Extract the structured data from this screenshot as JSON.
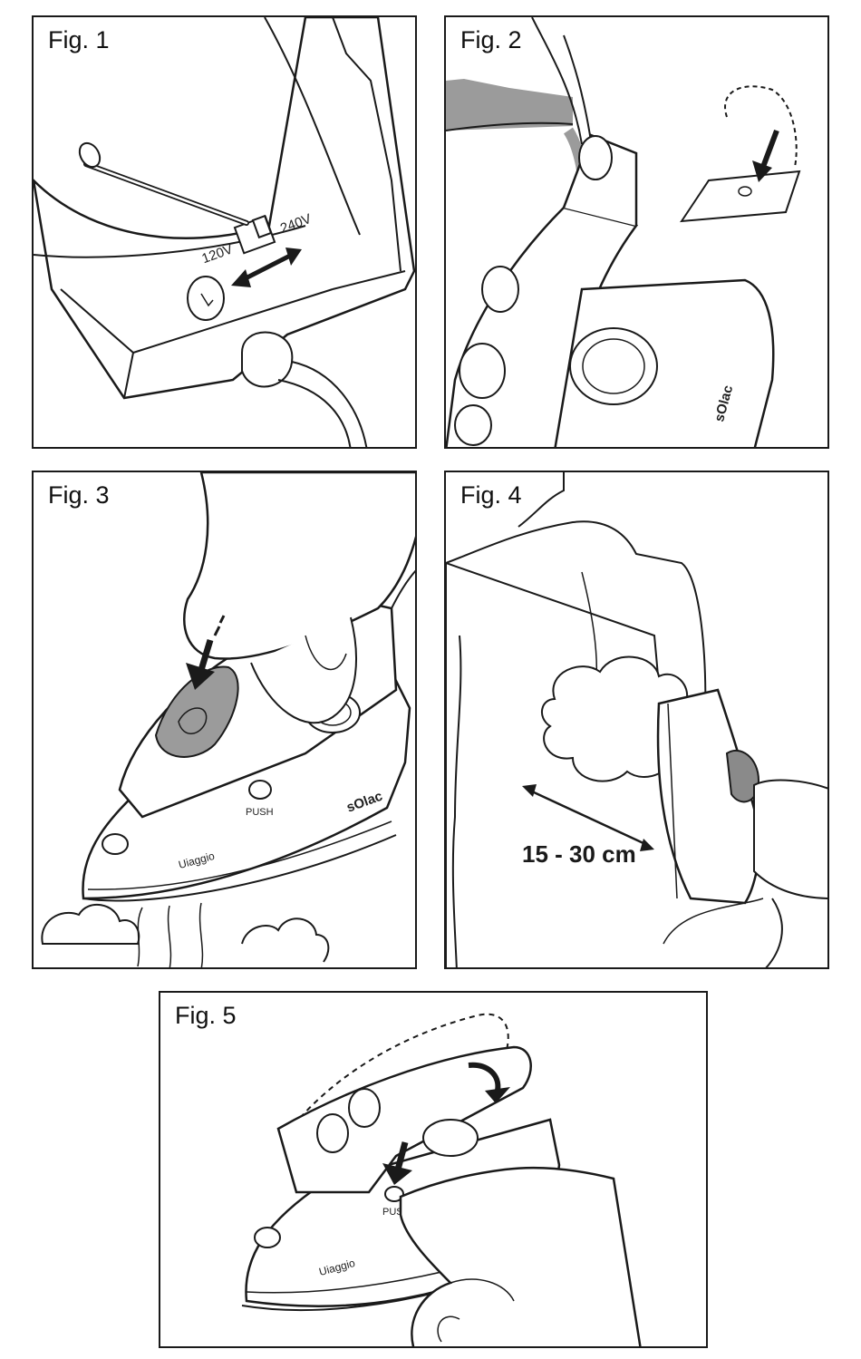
{
  "figures": [
    {
      "label": "Fig. 1",
      "voltage_low": "120V",
      "voltage_high": "240V"
    },
    {
      "label": "Fig. 2",
      "brand": "sOlac"
    },
    {
      "label": "Fig. 3",
      "push_label": "PUSH",
      "brand": "sOlac",
      "model": "Uiaggio"
    },
    {
      "label": "Fig. 4",
      "distance": "15 - 30 cm"
    },
    {
      "label": "Fig. 5",
      "push_label": "PUSH",
      "model": "Uiaggio"
    }
  ],
  "colors": {
    "line": "#1a1a1a",
    "shade": "#9b9b9b",
    "light_shade": "#c8c8c8"
  },
  "icons": [
    "screwdriver-icon",
    "double-arrow-icon",
    "down-arrow-icon",
    "rotate-arrow-icon",
    "steam-cloud-icon"
  ]
}
